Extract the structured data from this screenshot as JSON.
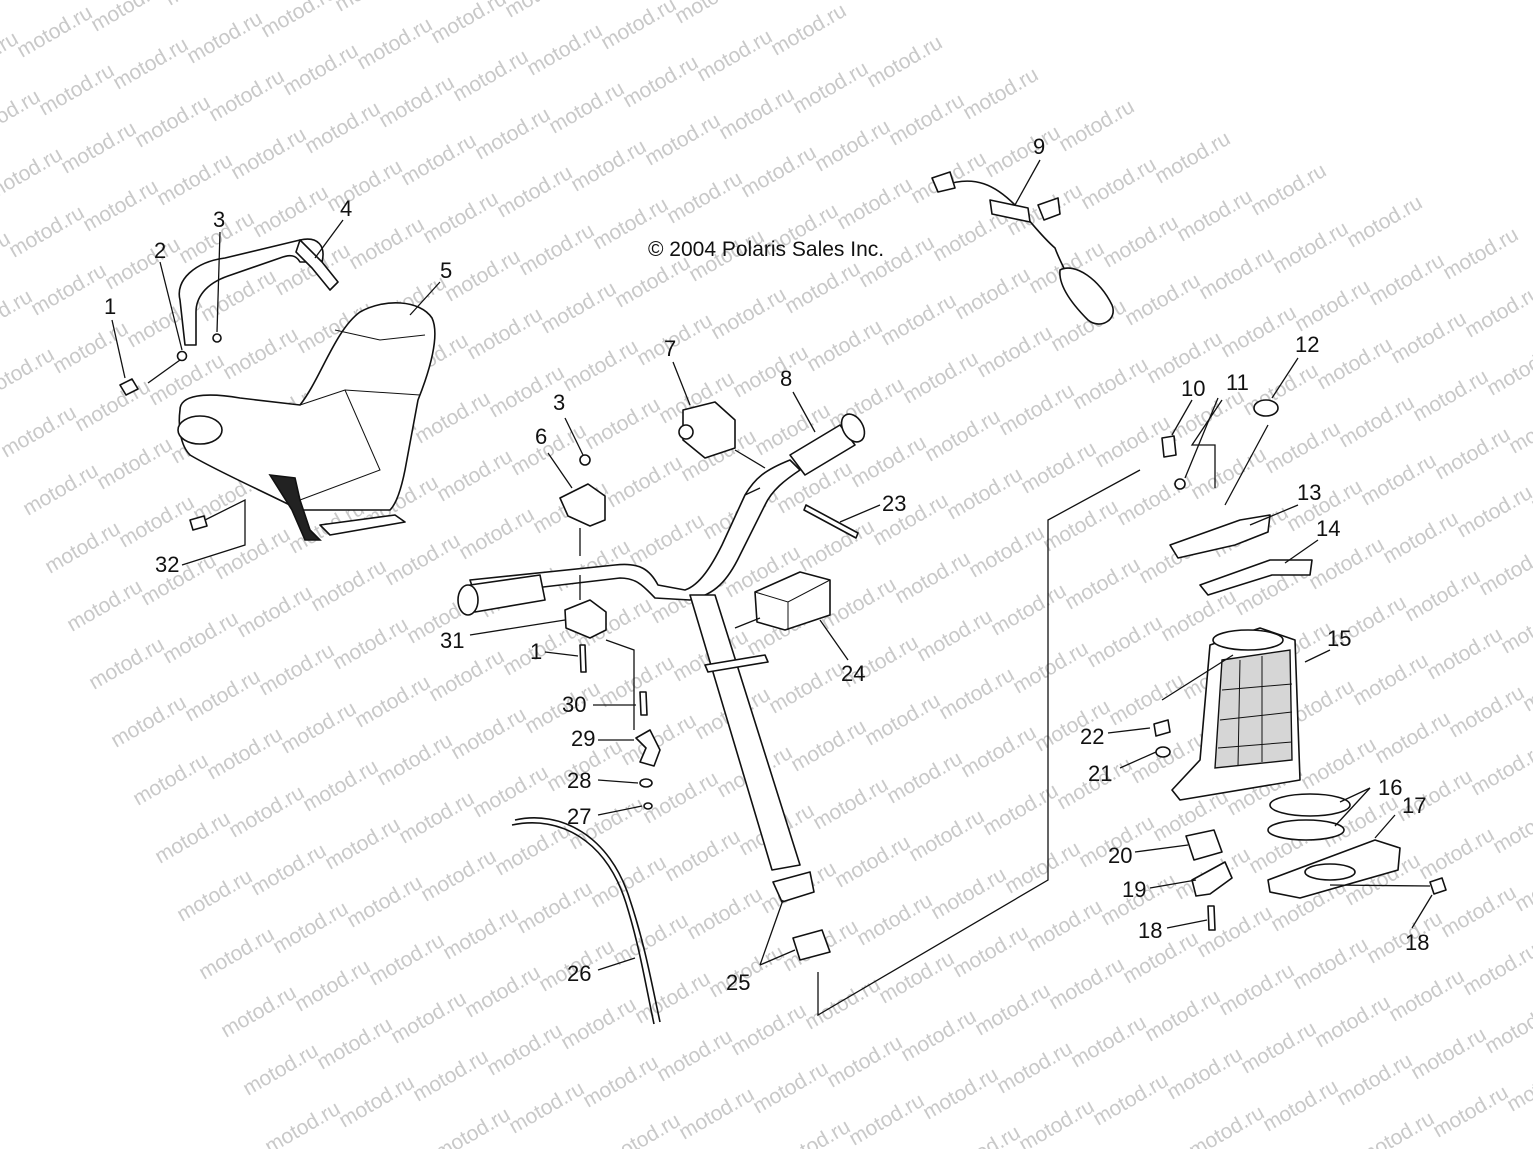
{
  "copyright": "© 2004 Polaris Sales Inc.",
  "watermark": "motod.ru",
  "callouts": {
    "c1a": "1",
    "c2": "2",
    "c3a": "3",
    "c4": "4",
    "c5": "5",
    "c32": "32",
    "c3b": "3",
    "c6": "6",
    "c7": "7",
    "c8": "8",
    "c9": "9",
    "c10": "10",
    "c11": "11",
    "c12": "12",
    "c13": "13",
    "c14": "14",
    "c15": "15",
    "c16": "16",
    "c17": "17",
    "c18a": "18",
    "c18b": "18",
    "c19": "19",
    "c20": "20",
    "c21": "21",
    "c22": "22",
    "c23": "23",
    "c24": "24",
    "c25": "25",
    "c26": "26",
    "c27": "27",
    "c28": "28",
    "c29": "29",
    "c30": "30",
    "c31": "31",
    "c1b": "1"
  },
  "colors": {
    "line": "#111111",
    "watermark": "#c9c9c9",
    "background": "#ffffff"
  }
}
